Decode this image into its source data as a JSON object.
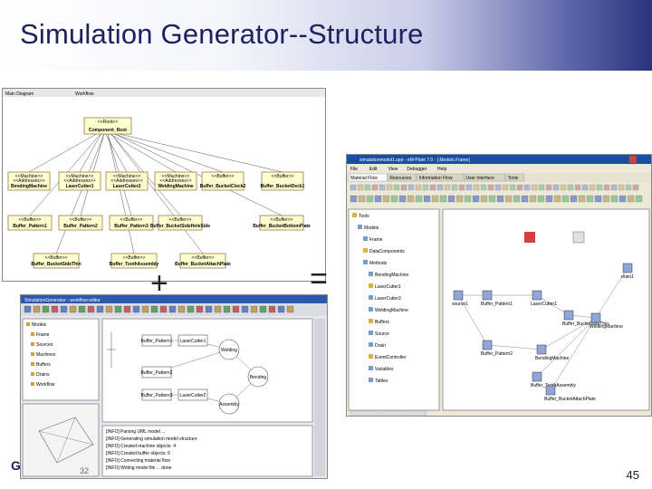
{
  "slide": {
    "title": "Simulation Generator--Structure",
    "page_number": "45",
    "logo_text": "G",
    "footer_number": "32",
    "operator_plus": "+",
    "operator_equals": "="
  },
  "uml_screenshot": {
    "tabs": [
      "Main Diagram",
      "Workflow"
    ],
    "root_class": {
      "stereotype": "<<Root>>",
      "name": "Component_Root"
    },
    "row1": [
      {
        "stereotype": "<<Machine>>",
        "sub": "<<Addresses>>",
        "name": "BendingMachine"
      },
      {
        "stereotype": "<<Machine>>",
        "sub": "<<Addresses>>",
        "name": "LaserCutter1"
      },
      {
        "stereotype": "<<Machine>>",
        "sub": "<<Addresses>>",
        "name": "LaserCutter2"
      },
      {
        "stereotype": "<<Machine>>",
        "sub": "<<Addresses>>",
        "name": "WeldingMachine"
      },
      {
        "stereotype": "<<Buffer>>",
        "sub": "",
        "name": "Buffer_BucketClock2"
      },
      {
        "stereotype": "<<Buffer>>",
        "sub": "",
        "name": "Buffer_BucketDeck1"
      }
    ],
    "row2": [
      {
        "stereotype": "<<Buffer>>",
        "name": "Buffer_Pattern1"
      },
      {
        "stereotype": "<<Buffer>>",
        "name": "Buffer_Pattern2"
      },
      {
        "stereotype": "<<Buffer>>",
        "name": "Buffer_Pattern3"
      },
      {
        "stereotype": "<<Buffer>>",
        "name": "Buffer_BucketSideHoleSide"
      },
      {
        "stereotype": "<<Buffer>>",
        "name": "Buffer_BucketBottomPlate"
      }
    ],
    "row3": [
      {
        "stereotype": "<<Buffer>>",
        "name": "Buffer_BucketSideThin"
      },
      {
        "stereotype": "<<Buffer>>",
        "name": "Buffer_ToothAssembly"
      },
      {
        "stereotype": "<<Buffer>>",
        "name": "Buffer_BucketAttachPlate"
      }
    ]
  },
  "sim_screenshot": {
    "window_title": "simulationmodel1.spp - eM-Plant 7.0 - [.Models.Frame]",
    "menu": [
      "File",
      "Edit",
      "View",
      "Debugger",
      "Help"
    ],
    "tabs": [
      "Material Flow",
      "Resources",
      "Information Flow",
      "User Interface",
      "Tools"
    ],
    "tree": [
      "Tools",
      "Models",
      "Frame",
      "DataComponents",
      "Methods",
      "BendingMachine",
      "LaserCutter1",
      "LaserCutter2",
      "WeldingMachine",
      "Buffers",
      "Source",
      "Drain",
      "EventController",
      "Variables",
      "Tables"
    ],
    "nodes": [
      "source1",
      "Buffer_Pattern1",
      "LaserCutter1",
      "Buffer_BucketSideThin",
      "Buffer_Pattern2",
      "WeldingMachine",
      "BendingMachine",
      "drain1",
      "Buffer_ToothAssembly",
      "Buffer_BucketAttachPlate"
    ],
    "status_tabs": [
      "Class View",
      "3D Model",
      "Info"
    ]
  },
  "editor_screenshot": {
    "window_title": "SimulationGenerator - workflow editor",
    "tree": [
      "Models",
      "Frame",
      "Sources",
      "Machines",
      "Buffers",
      "Drains",
      "Workflow"
    ],
    "nodes": [
      "Buffer_Pattern1",
      "LaserCutter1",
      "Buffer_Pattern2",
      "Buffer_Pattern3",
      "LaserCutter2",
      "Welding",
      "Bending",
      "Assembly"
    ],
    "console_lines": [
      "[INFO] Parsing UML model ...",
      "[INFO] Generating simulation model structure",
      "[INFO] Created machine objects: 4",
      "[INFO] Created buffer objects: 9",
      "[INFO] Connecting material flow",
      "[INFO] Writing model file ... done"
    ]
  }
}
